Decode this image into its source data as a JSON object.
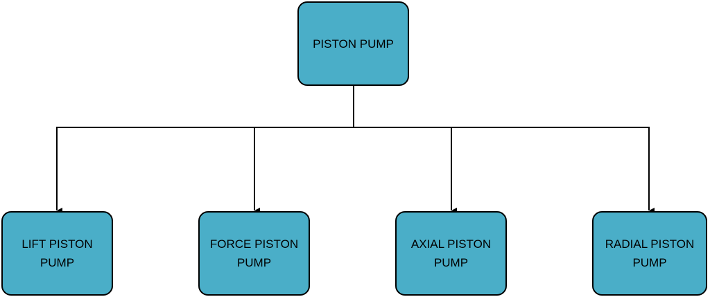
{
  "colors": {
    "node_fill": "#4aaec8",
    "node_border": "#000000",
    "connector": "#000000",
    "text": "#000000"
  },
  "root": {
    "label": "PISTON PUMP"
  },
  "children": [
    {
      "id": "lift",
      "label": "LIFT PISTON PUMP"
    },
    {
      "id": "force",
      "label": "FORCE PISTON PUMP"
    },
    {
      "id": "axial",
      "label": "AXIAL PISTON PUMP"
    },
    {
      "id": "radial",
      "label": "RADIAL PISTON PUMP"
    }
  ]
}
